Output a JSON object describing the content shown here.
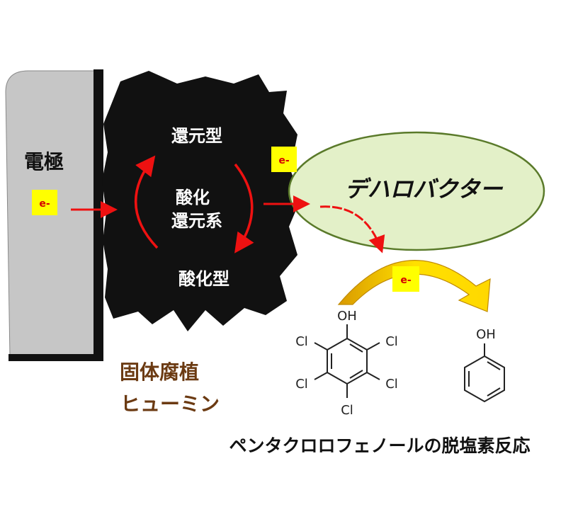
{
  "electrode": {
    "label": "電極",
    "electron": "e-"
  },
  "humin": {
    "reduced_form": "還元型",
    "redox_line1": "酸化",
    "redox_line2": "還元系",
    "oxidized_form": "酸化型",
    "name_line1": "固体腐植",
    "name_line2": "ヒューミン",
    "electron": "e-"
  },
  "bacteria": {
    "label": "デハロバクター"
  },
  "reaction": {
    "electron": "e-"
  },
  "pcp": {
    "oh": "OH",
    "cl": "Cl"
  },
  "phenol": {
    "oh": "OH"
  },
  "caption": "ペンタクロロフェノールの脱塩素反応",
  "colors": {
    "arrow": "#ee1111",
    "humin_text": "#6b3a12",
    "bacteria_fill": "#e3f0c8",
    "electron_box": "#ffff00"
  }
}
